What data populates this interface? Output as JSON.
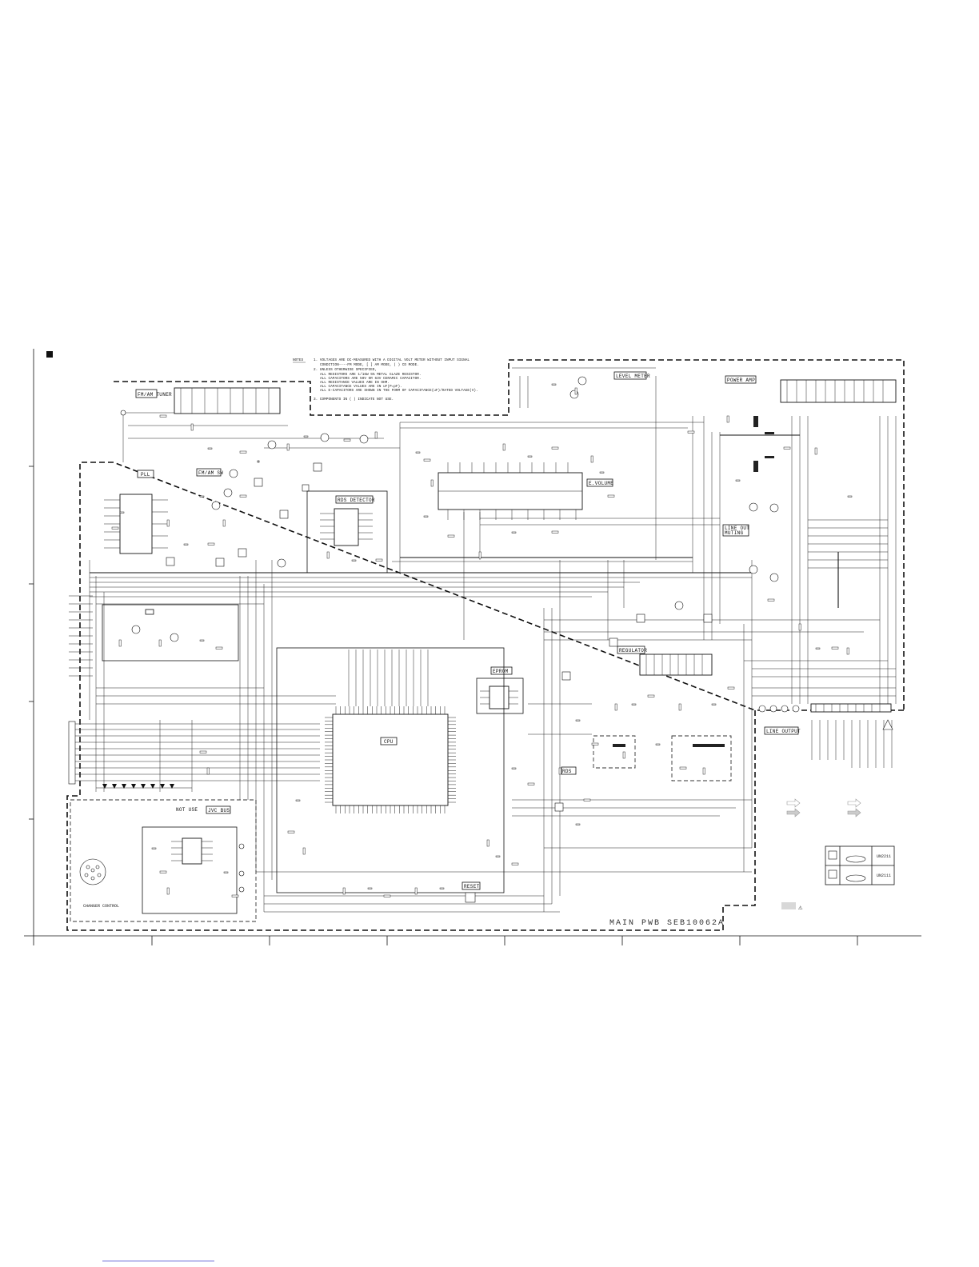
{
  "notes": {
    "header": "NOTES",
    "lines": [
      "1. VOLTAGES ARE DC-MEASURED WITH A DIGITAL VOLT METER WITHOUT INPUT SIGNAL",
      "CONDITION----FM MODE, [ ] AM MODE, ( ) CD MODE.",
      "2. UNLESS OTHERWISE SPECIFIED,",
      "ALL RESISTORS ARE 1/16W 5% METAL GLAZE RESISTOR.",
      "ALL CAPACITORS ARE 50V OR 63V CERAMIC CAPACITOR.",
      "ALL RESISTANCE VALUES ARE IN OHM.",
      "ALL CAPACITANCE VALUES ARE IN uF(P=pF).",
      "ALL E-CAPACITORS ARE SHOWN IN THE FORM OF CAPACITANCE(uF)/RATED VOLTAGE(V).",
      "3. COMPONENTS IN ( ) INDICATE NOT USE."
    ]
  },
  "blocks": {
    "tuner": "FM/AM TUNER",
    "fm_am_sw": "FM/AM SW",
    "pll": "PLL",
    "rds_detector": "RDS DETECTOR",
    "e_volume": "E.VOLUME",
    "level_meter": "LEVEL METER",
    "power_amp": "POWER AMP",
    "line_out_muting": "LINE OUT MUTING",
    "regulator": "REGULATOR",
    "line_output": "LINE OUTPUT",
    "eprom": "EPROM",
    "cpu": "CPU",
    "reset": "RESET",
    "not_use": "NOT USE",
    "jvc_bus": "JVC BUS",
    "rds": "RDS",
    "changer_control": "CHANGER CONTROL"
  },
  "board_title": "MAIN PWB SEB10062A",
  "legend": {
    "rows": [
      {
        "code": "UN2211"
      },
      {
        "code": "UN2111"
      }
    ]
  },
  "warning_symbol": "⚠"
}
